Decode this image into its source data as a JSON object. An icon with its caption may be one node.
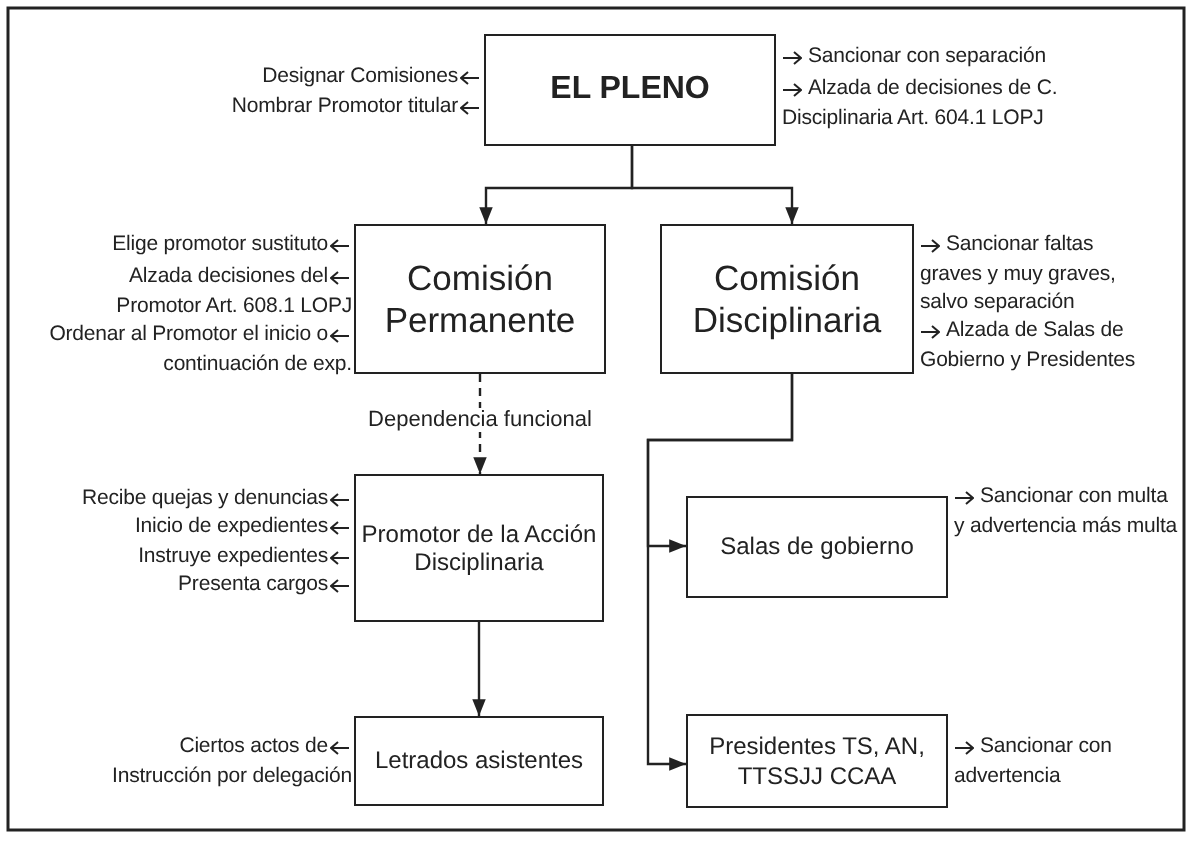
{
  "diagram": {
    "nodes": [
      {
        "text": [
          "EL PLENO"
        ],
        "beside": [
          "Designar Comisiones",
          "Nombrar Promotor titular",
          "Sancionar con separación",
          "Alzada de decisiones de C. Disciplinaria Art. 604.1 LOPJ"
        ]
      },
      {
        "text": [
          "Comisión Permanente"
        ],
        "beside": [
          "Elige promotor sustituto",
          "Alzada decisiones del Promotor Art. 608.1 LOPJ",
          "Ordenar al Promotor el inicio o continuación de exp."
        ]
      },
      {
        "text": [
          "Comisión Disciplinaria"
        ],
        "beside": [
          "Sancionar faltas graves y muy graves, salvo separación",
          "Alzada de Salas de Gobierno y Presidentes"
        ]
      },
      {
        "text": [
          "Promotor de la Acción Disciplinaria"
        ],
        "beside": [
          "Recibe quejas y denuncias",
          "Inicio de expedientes",
          "Instruye expedientes",
          "Presenta cargos"
        ]
      },
      {
        "text": [
          "Salas de gobierno"
        ],
        "beside": [
          "Sancionar con multa y advertencia más multa"
        ]
      },
      {
        "text": [
          "Letrados asistentes"
        ],
        "beside": [
          "Ciertos actos de Instrucción por delegación"
        ]
      },
      {
        "text": [
          "Presidentes TS, AN, TTSSJJ CCAA"
        ],
        "beside": [
          "Sancionar con advertencia"
        ]
      }
    ],
    "edges": [
      {
        "from": 0,
        "to": 1,
        "arrow": "to"
      },
      {
        "from": 0,
        "to": 2,
        "arrow": "to"
      },
      {
        "from": 1,
        "to": 3,
        "arrow": "to",
        "style": "dashed",
        "label": "Dependencia funcional"
      },
      {
        "from": 3,
        "to": 5,
        "arrow": "to"
      },
      {
        "from": 2,
        "to": 4,
        "arrow": "to"
      },
      {
        "from": 2,
        "to": 6,
        "arrow": "to"
      }
    ]
  }
}
